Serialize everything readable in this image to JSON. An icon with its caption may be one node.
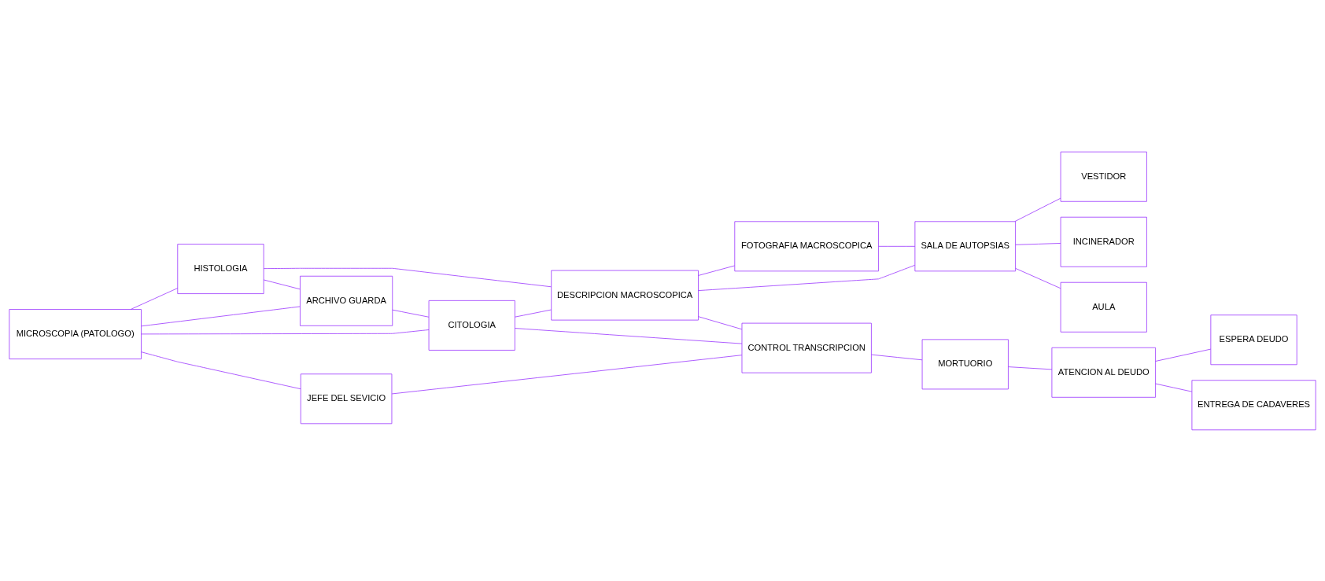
{
  "diagram": {
    "nodes": [
      {
        "text": [
          "HISTOLOGIA"
        ]
      },
      {
        "text": [
          "ARCHIVO GUARDA"
        ]
      },
      {
        "text": [
          "MICROSCOPIA (PATOLOGO)"
        ]
      },
      {
        "text": [
          "CITOLOGIA"
        ]
      },
      {
        "text": [
          "JEFE DEL SEVICIO"
        ]
      },
      {
        "text": [
          "FOTOGRAFIA MACROSCOPICA"
        ]
      },
      {
        "text": [
          "DESCRIPCION MACROSCOPICA"
        ]
      },
      {
        "text": [
          "CONTROL TRANSCRIPCION"
        ]
      },
      {
        "text": [
          "VESTIDOR"
        ]
      },
      {
        "text": [
          "INCINERADOR"
        ]
      },
      {
        "text": [
          "SALA DE AUTOPSIAS"
        ]
      },
      {
        "text": [
          "AULA"
        ]
      },
      {
        "text": [
          "MORTUORIO"
        ]
      },
      {
        "text": [
          "ATENCION AL DEUDO"
        ]
      },
      {
        "text": [
          "ESPERA DEUDO"
        ]
      },
      {
        "text": [
          "ENTREGA DE CADAVERES"
        ]
      }
    ],
    "edges": [
      {
        "from": 2,
        "to": 0,
        "arrow": "none"
      },
      {
        "from": 0,
        "to": 1,
        "arrow": "none"
      },
      {
        "from": 0,
        "to": 6,
        "arrow": "none"
      },
      {
        "from": 1,
        "to": 3,
        "arrow": "none"
      },
      {
        "from": 2,
        "to": 1,
        "arrow": "none"
      },
      {
        "from": 2,
        "to": 3,
        "arrow": "none"
      },
      {
        "from": 2,
        "to": 4,
        "arrow": "none"
      },
      {
        "from": 4,
        "to": 7,
        "arrow": "none"
      },
      {
        "from": 3,
        "to": 7,
        "arrow": "none"
      },
      {
        "from": 6,
        "to": 7,
        "arrow": "none"
      },
      {
        "from": 3,
        "to": 6,
        "arrow": "none"
      },
      {
        "from": 6,
        "to": 5,
        "arrow": "none"
      },
      {
        "from": 6,
        "to": 10,
        "arrow": "none"
      },
      {
        "from": 5,
        "to": 10,
        "arrow": "none"
      },
      {
        "from": 10,
        "to": 8,
        "arrow": "none"
      },
      {
        "from": 10,
        "to": 9,
        "arrow": "none"
      },
      {
        "from": 10,
        "to": 11,
        "arrow": "none"
      },
      {
        "from": 7,
        "to": 12,
        "arrow": "none"
      },
      {
        "from": 12,
        "to": 13,
        "arrow": "none"
      },
      {
        "from": 13,
        "to": 14,
        "arrow": "none"
      },
      {
        "from": 13,
        "to": 15,
        "arrow": "none"
      }
    ]
  }
}
